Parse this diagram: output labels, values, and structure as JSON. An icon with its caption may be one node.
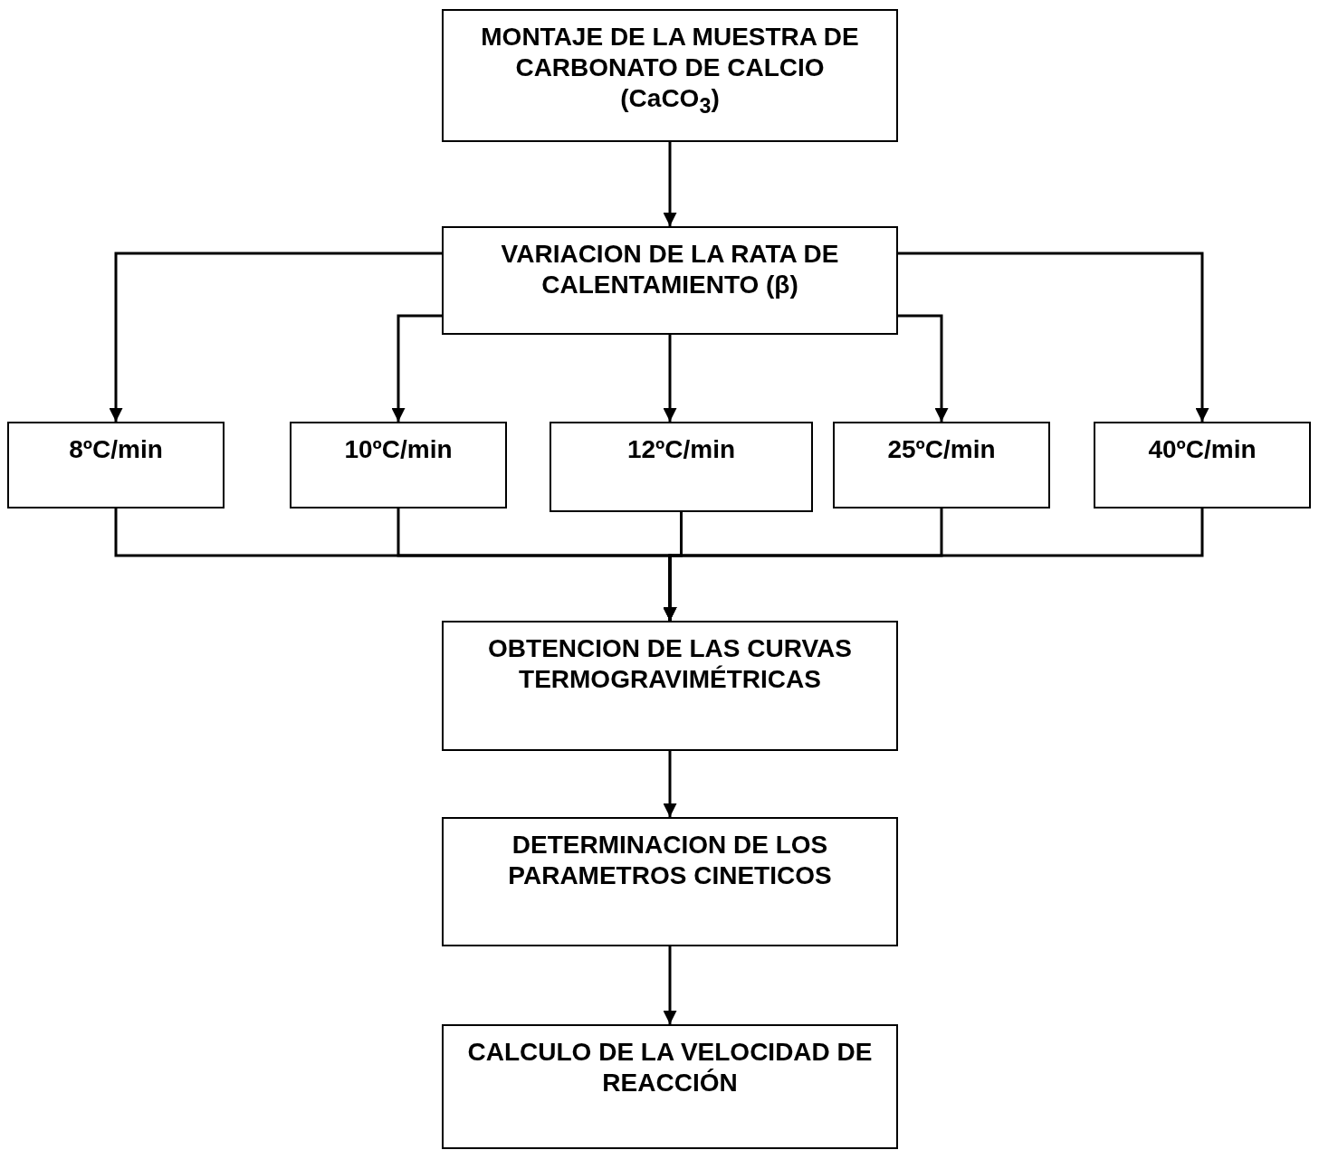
{
  "diagram": {
    "nodes": [
      {
        "text": [
          "MONTAJE DE LA MUESTRA DE CARBONATO DE CALCIO (CaCO$_{3}$)"
        ]
      },
      {
        "text": [
          "VARIACION DE LA RATA DE CALENTAMIENTO (β)"
        ]
      },
      {
        "text": [
          "8ºC/min"
        ]
      },
      {
        "text": [
          "10ºC/min"
        ]
      },
      {
        "text": [
          "12ºC/min"
        ]
      },
      {
        "text": [
          "25ºC/min"
        ]
      },
      {
        "text": [
          "40ºC/min"
        ]
      },
      {
        "text": [
          "OBTENCION DE LAS CURVAS TERMOGRAVIMÉTRICAS"
        ]
      },
      {
        "text": [
          "DETERMINACION DE LOS PARAMETROS CINETICOS"
        ]
      },
      {
        "text": [
          "CALCULO DE LA VELOCIDAD DE REACCIÓN"
        ]
      }
    ],
    "edges": [
      {
        "from": 0,
        "to": 1,
        "arrow": "to"
      },
      {
        "from": 1,
        "to": 2,
        "arrow": "to"
      },
      {
        "from": 1,
        "to": 3,
        "arrow": "to"
      },
      {
        "from": 1,
        "to": 4,
        "arrow": "to"
      },
      {
        "from": 1,
        "to": 5,
        "arrow": "to"
      },
      {
        "from": 1,
        "to": 6,
        "arrow": "to"
      },
      {
        "from": 2,
        "to": 7,
        "arrow": "to"
      },
      {
        "from": 3,
        "to": 7,
        "arrow": "to"
      },
      {
        "from": 4,
        "to": 7,
        "arrow": "to"
      },
      {
        "from": 5,
        "to": 7,
        "arrow": "to"
      },
      {
        "from": 6,
        "to": 7,
        "arrow": "to"
      },
      {
        "from": 7,
        "to": 8,
        "arrow": "to"
      },
      {
        "from": 8,
        "to": 9,
        "arrow": "to"
      }
    ]
  }
}
